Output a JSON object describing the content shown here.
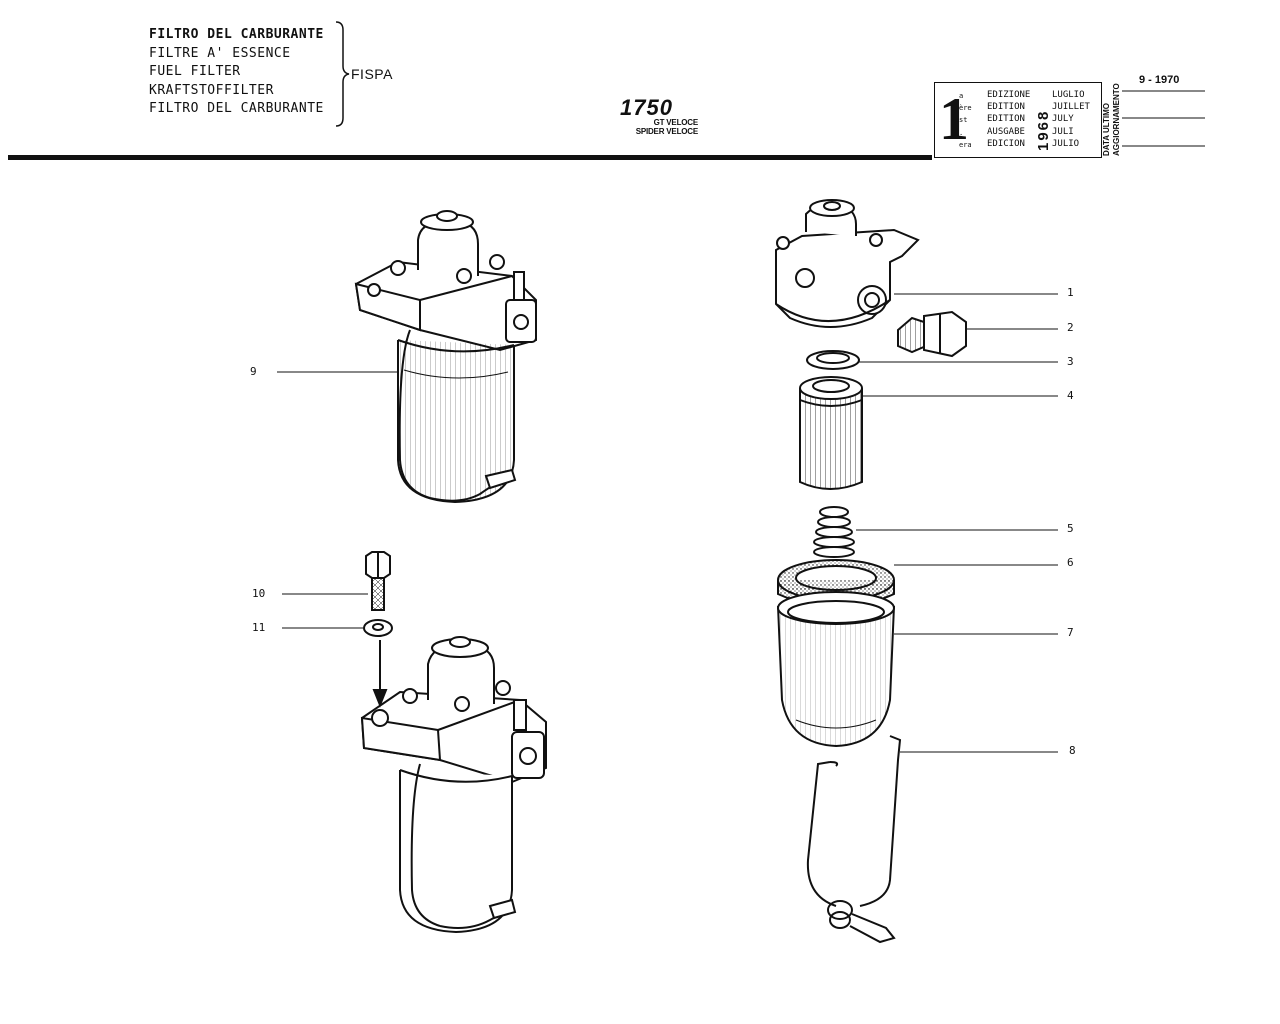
{
  "header": {
    "title_lines": [
      "FILTRO DEL CARBURANTE",
      "FILTRE A' ESSENCE",
      "FUEL FILTER",
      "KRAFTSTOFFILTER",
      "FILTRO DEL CARBURANTE"
    ],
    "manufacturer": "FISPA",
    "model": "1750",
    "variants": [
      "GT VELOCE",
      "SPIDER VELOCE"
    ]
  },
  "edition_box": {
    "number": "1",
    "ordinals": [
      "a",
      "ère",
      "st",
      ".",
      "era"
    ],
    "labels": [
      "EDIZIONE",
      "EDITION",
      "EDITION",
      "AUSGABE",
      "EDICION"
    ],
    "year": "1968",
    "months": [
      "LUGLIO",
      "JUILLET",
      "JULY",
      "JULI",
      "JULIO"
    ],
    "update_label_lines": [
      "DATA ULTIMO",
      "AGGIORNAMENTO"
    ],
    "last_update": "9 - 1970"
  },
  "callouts": [
    "1",
    "2",
    "3",
    "4",
    "5",
    "6",
    "7",
    "8",
    "9",
    "10",
    "11"
  ],
  "colors": {
    "ink": "#111111",
    "paper": "#ffffff"
  }
}
